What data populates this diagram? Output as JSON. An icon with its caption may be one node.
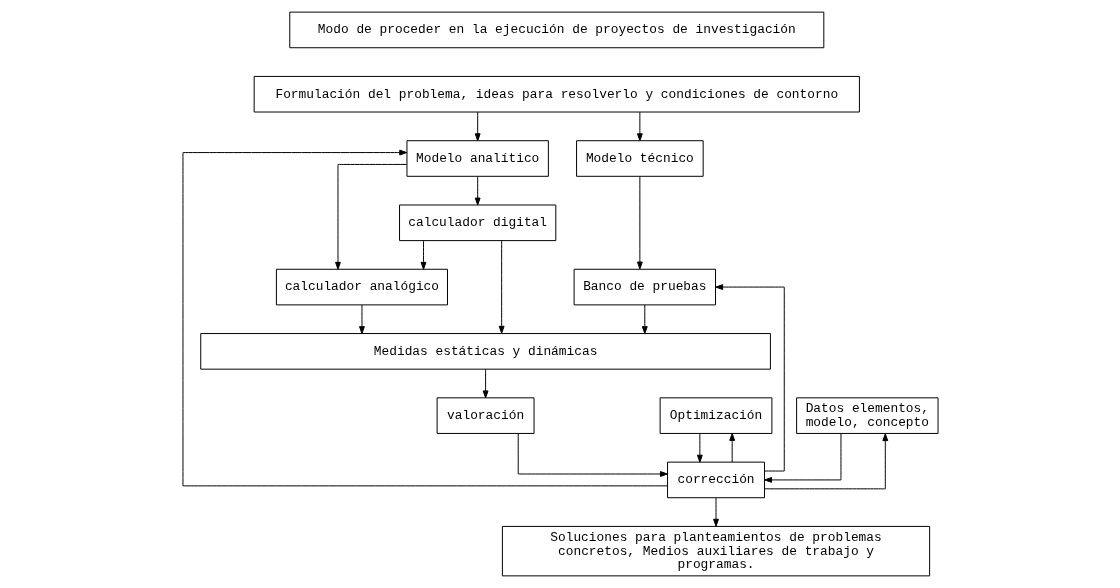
{
  "diagram": {
    "nodes": [
      {
        "text": [
          "Modo de proceder en la ejecución de proyectos de investigación"
        ]
      },
      {
        "text": [
          "Formulación del problema, ideas para resolverlo y condiciones de contorno"
        ]
      },
      {
        "text": [
          "Modelo analítico"
        ]
      },
      {
        "text": [
          "Modelo técnico"
        ]
      },
      {
        "text": [
          "calculador digital"
        ]
      },
      {
        "text": [
          "calculador analógico"
        ]
      },
      {
        "text": [
          "Banco de pruebas"
        ]
      },
      {
        "text": [
          "Medidas estáticas y dinámicas"
        ]
      },
      {
        "text": [
          "Optimización"
        ]
      },
      {
        "text": [
          "valoración"
        ]
      },
      {
        "text": [
          "Datos elementos, modelo, concepto"
        ]
      },
      {
        "text": [
          "corrección"
        ]
      },
      {
        "text": [
          "Soluciones para planteamientos de problemas concretos, Medios auxiliares de trabajo y programas."
        ]
      }
    ],
    "edges": [
      {
        "from": 1,
        "to": 2,
        "arrow": "to"
      },
      {
        "from": 1,
        "to": 3,
        "arrow": "to"
      },
      {
        "from": 2,
        "to": 4,
        "arrow": "to"
      },
      {
        "from": 2,
        "to": 5,
        "arrow": "to"
      },
      {
        "from": 4,
        "to": 5,
        "arrow": "to"
      },
      {
        "from": 3,
        "to": 6,
        "arrow": "to"
      },
      {
        "from": 4,
        "to": 7,
        "arrow": "to"
      },
      {
        "from": 5,
        "to": 7,
        "arrow": "to"
      },
      {
        "from": 6,
        "to": 7,
        "arrow": "to"
      },
      {
        "from": 7,
        "to": 9,
        "arrow": "to"
      },
      {
        "from": 9,
        "to": 11,
        "arrow": "to"
      },
      {
        "from": 11,
        "to": 8,
        "arrow": "to"
      },
      {
        "from": 8,
        "to": 11,
        "arrow": "to"
      },
      {
        "from": 11,
        "to": 10,
        "arrow": "to"
      },
      {
        "from": 10,
        "to": 11,
        "arrow": "to"
      },
      {
        "from": 11,
        "to": 2,
        "arrow": "to"
      },
      {
        "from": 11,
        "to": 6,
        "arrow": "to"
      },
      {
        "from": 11,
        "to": 12,
        "arrow": "to"
      }
    ]
  }
}
